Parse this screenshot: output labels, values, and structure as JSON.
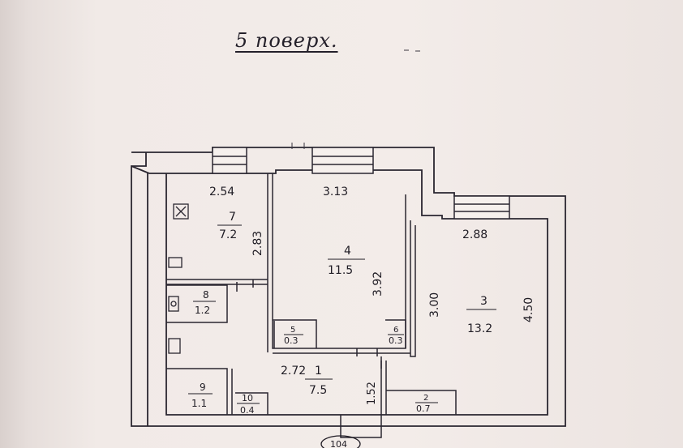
{
  "caption": "5 поверх.",
  "rooms": [
    {
      "id": "7",
      "number": "7",
      "area": "7.2",
      "dim_top": "2.54",
      "dim_side": "2.83"
    },
    {
      "id": "4",
      "number": "4",
      "area": "11.5",
      "dim_top": "3.13",
      "dim_side": "3.92"
    },
    {
      "id": "3",
      "number": "3",
      "area": "13.2",
      "dim_top": "2.88",
      "dim_left": "3.00",
      "dim_side": "4.50"
    },
    {
      "id": "8",
      "number": "8",
      "area": "1.2"
    },
    {
      "id": "1",
      "number": "1",
      "area": "7.5",
      "dim_top": "2.72",
      "dim_side": "1.52"
    },
    {
      "id": "9",
      "number": "9",
      "area": "1.1"
    },
    {
      "id": "10",
      "number": "10",
      "area": "0.4"
    },
    {
      "id": "5",
      "number": "5",
      "area": "0.3"
    },
    {
      "id": "6",
      "number": "6",
      "area": "0.3"
    },
    {
      "id": "2",
      "number": "2",
      "area": "0.7"
    }
  ],
  "bottom_mark": "104"
}
